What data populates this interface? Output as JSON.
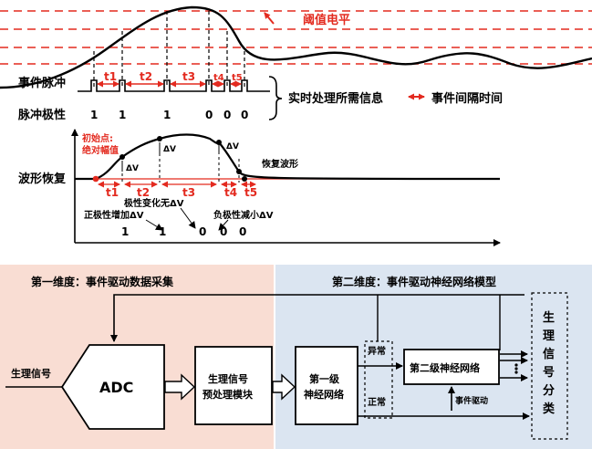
{
  "top": {
    "threshold_label": "阈值电平",
    "event_pulse_label": "事件脉冲",
    "pulse_polarity_label": "脉冲极性",
    "polarity_values": [
      "1",
      "1",
      "1",
      "0",
      "0",
      "0"
    ],
    "interval_labels": [
      "t1",
      "t2",
      "t3",
      "t4",
      "t5"
    ],
    "interval_subs": [
      "1",
      "2",
      "3",
      "4",
      "5"
    ],
    "realtime_info_label": "实时处理所需信息",
    "event_interval_label": "事件间隔时间"
  },
  "recovery": {
    "axis_label": "波形恢复",
    "start_point_line1": "初始点:",
    "start_point_line2": "绝对幅值",
    "delta_v": "ΔV",
    "recovered_label": "恢复波形",
    "no_change_label": "极性变化无ΔV",
    "pos_increase_label": "正极性增加ΔV",
    "neg_decrease_label": "负极性减小ΔV",
    "polarity_values": [
      "1",
      "1",
      "0",
      "0",
      "0"
    ]
  },
  "bottom": {
    "dim1_title": "第一维度：事件驱动数据采集",
    "dim2_title": "第二维度：事件驱动神经网络模型",
    "input_label": "生理信号",
    "adc_label": "ADC",
    "preproc_line1": "生理信号",
    "preproc_line2": "预处理模块",
    "nn1_line1": "第一级",
    "nn1_line2": "神经网络",
    "abnormal_label": "异常",
    "normal_label": "正常",
    "nn2_label": "第二级神经网络",
    "event_driven_label": "事件驱动",
    "classification_chars": [
      "生",
      "理",
      "信",
      "号",
      "分",
      "类"
    ],
    "colors": {
      "dim1_bg": "#f9ddd3",
      "dim2_bg": "#dbe5f1",
      "threshold": "#e32a1f",
      "signal": "#000000"
    }
  }
}
